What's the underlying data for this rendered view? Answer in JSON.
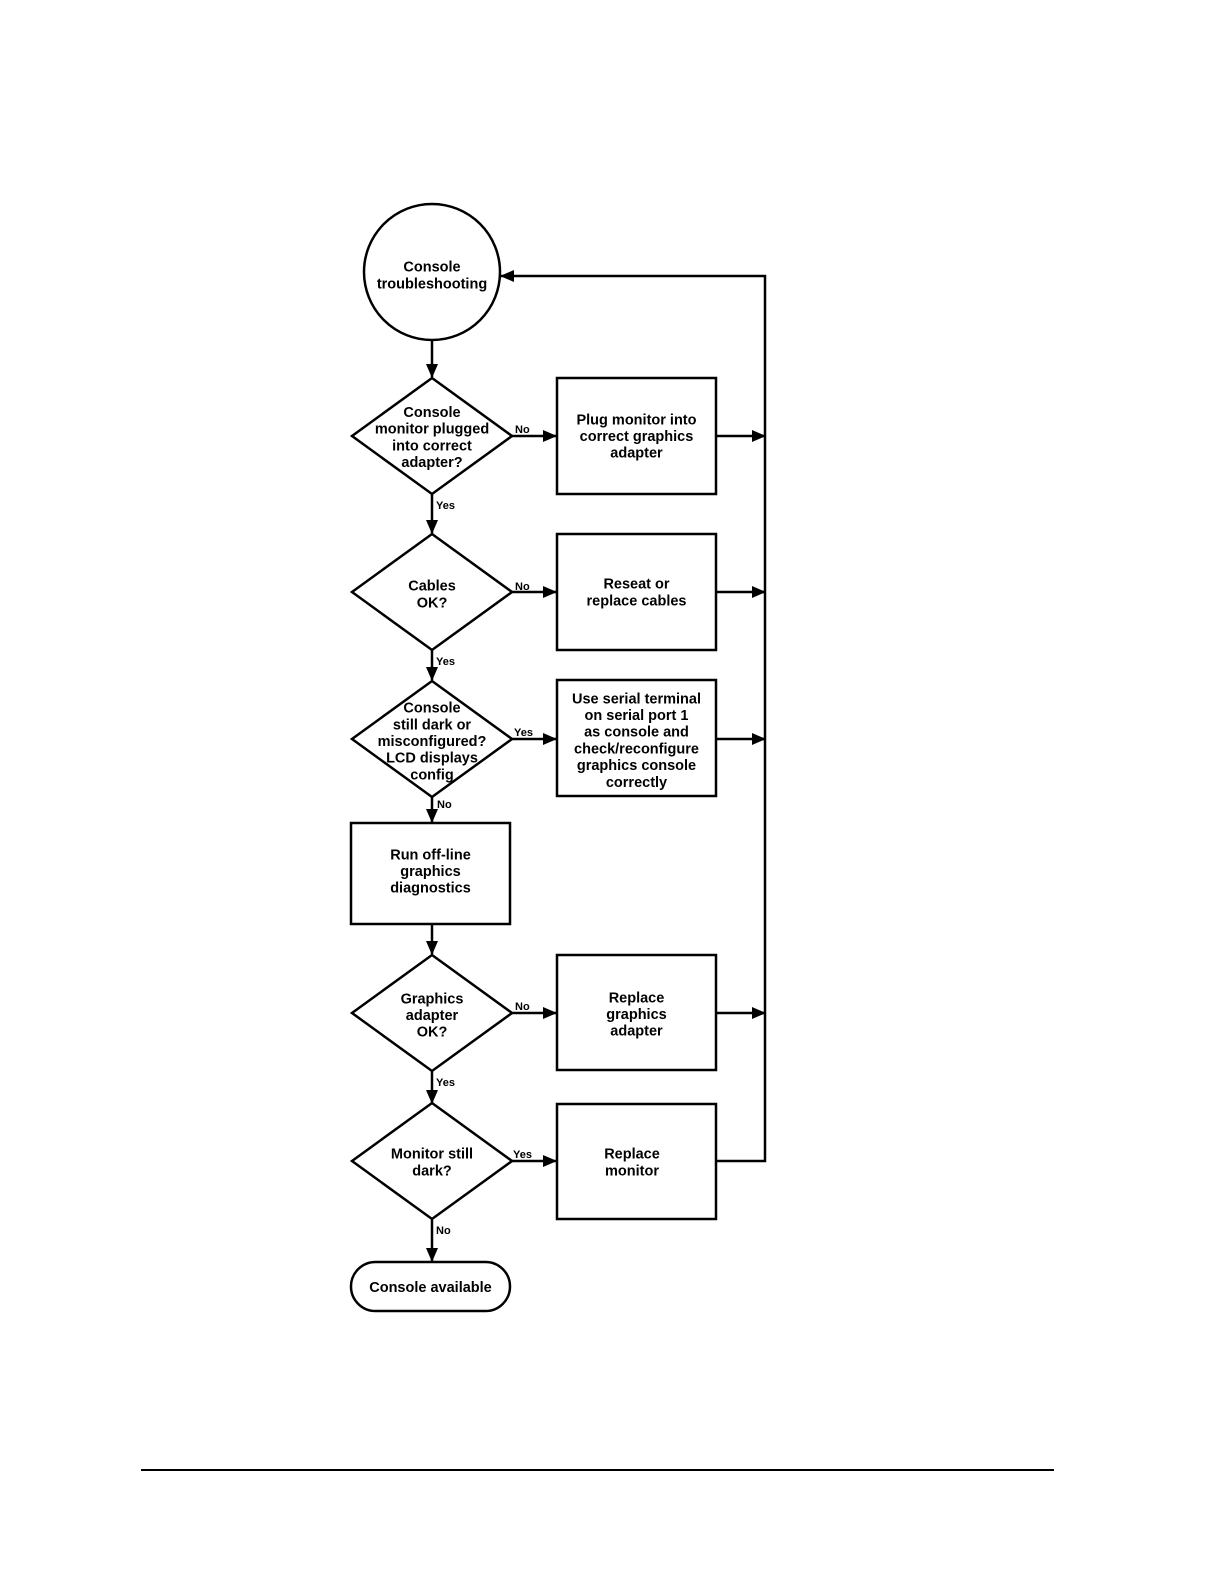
{
  "diagram": {
    "type": "flowchart",
    "nodes": {
      "start": {
        "shape": "circle",
        "lines": [
          "Console",
          "troubleshooting"
        ]
      },
      "q_plugged": {
        "shape": "decision",
        "lines": [
          "Console",
          "monitor plugged",
          "into correct",
          "adapter?"
        ]
      },
      "a_plug": {
        "shape": "process",
        "lines": [
          "Plug monitor into",
          "correct graphics",
          "adapter"
        ]
      },
      "q_cables": {
        "shape": "decision",
        "lines": [
          "Cables",
          "OK?"
        ]
      },
      "a_reseat": {
        "shape": "process",
        "lines": [
          "Reseat or",
          "replace cables"
        ]
      },
      "q_dark": {
        "shape": "decision",
        "lines": [
          "Console",
          "still dark or",
          "misconfigured?",
          "LCD displays",
          "config"
        ]
      },
      "a_serial": {
        "shape": "process",
        "lines": [
          "Use serial terminal",
          "on serial port 1",
          "as console and",
          "check/reconfigure",
          "graphics console",
          "correctly"
        ]
      },
      "p_diag": {
        "shape": "process",
        "lines": [
          "Run off-line",
          "graphics",
          "diagnostics"
        ]
      },
      "q_adapter": {
        "shape": "decision",
        "lines": [
          "Graphics",
          "adapter",
          "OK?"
        ]
      },
      "a_replace_adapter": {
        "shape": "process",
        "lines": [
          "Replace",
          "graphics",
          "adapter"
        ]
      },
      "q_monitor": {
        "shape": "decision",
        "lines": [
          "Monitor still",
          "dark?"
        ]
      },
      "a_replace_monitor": {
        "shape": "process",
        "lines": [
          "Replace",
          "monitor"
        ]
      },
      "end": {
        "shape": "terminal",
        "lines": [
          "Console available"
        ]
      }
    },
    "edges": [
      {
        "id": "e_start_plugged",
        "from": "start",
        "to": "q_plugged",
        "label": ""
      },
      {
        "id": "e_plugged_no",
        "from": "q_plugged",
        "to": "a_plug",
        "label": "No"
      },
      {
        "id": "e_plugged_yes",
        "from": "q_plugged",
        "to": "q_cables",
        "label": "Yes"
      },
      {
        "id": "e_cables_no",
        "from": "q_cables",
        "to": "a_reseat",
        "label": "No"
      },
      {
        "id": "e_cables_yes",
        "from": "q_cables",
        "to": "q_dark",
        "label": "Yes"
      },
      {
        "id": "e_dark_yes",
        "from": "q_dark",
        "to": "a_serial",
        "label": "Yes"
      },
      {
        "id": "e_dark_no",
        "from": "q_dark",
        "to": "p_diag",
        "label": "No"
      },
      {
        "id": "e_diag_adapter",
        "from": "p_diag",
        "to": "q_adapter",
        "label": ""
      },
      {
        "id": "e_adapter_no",
        "from": "q_adapter",
        "to": "a_replace_adapter",
        "label": "No"
      },
      {
        "id": "e_adapter_yes",
        "from": "q_adapter",
        "to": "q_monitor",
        "label": "Yes"
      },
      {
        "id": "e_monitor_yes",
        "from": "q_monitor",
        "to": "a_replace_monitor",
        "label": "Yes"
      },
      {
        "id": "e_monitor_no",
        "from": "q_monitor",
        "to": "end",
        "label": "No"
      },
      {
        "id": "e_plug_return",
        "from": "a_plug",
        "to": "start",
        "label": ""
      },
      {
        "id": "e_reseat_return",
        "from": "a_reseat",
        "to": "start",
        "label": ""
      },
      {
        "id": "e_serial_return",
        "from": "a_serial",
        "to": "start",
        "label": ""
      },
      {
        "id": "e_replace_adapter_return",
        "from": "a_replace_adapter",
        "to": "start",
        "label": ""
      },
      {
        "id": "e_replace_monitor_return",
        "from": "a_replace_monitor",
        "to": "start",
        "label": ""
      }
    ]
  }
}
